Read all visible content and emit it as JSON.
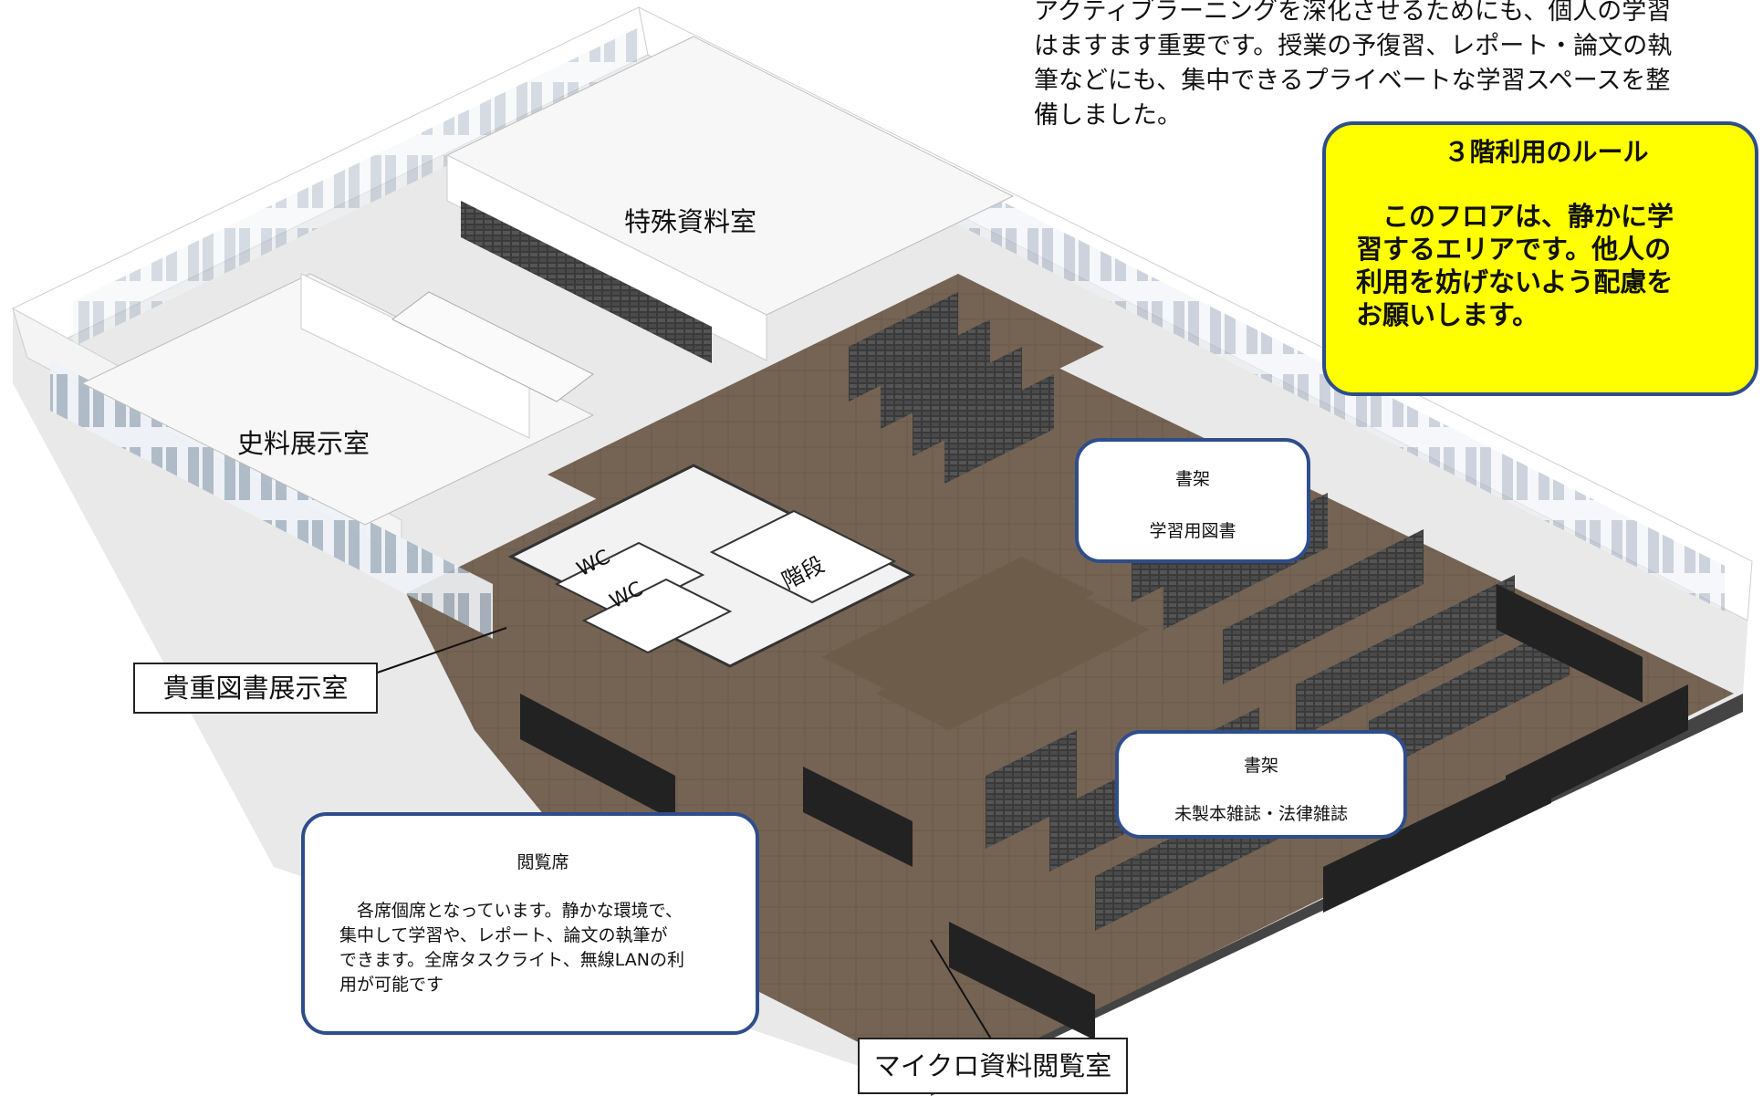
{
  "intro": {
    "lines": [
      "アクティブラーニングを深化させるためにも、個人の学習",
      "はますます重要です。授業の予復習、レポート・論文の執",
      "筆などにも、集中できるプライベートな学習スペースを整",
      "備しました。"
    ]
  },
  "rules": {
    "title": "３階利用のルール",
    "body": [
      "　このフロアは、静かに学",
      "習するエリアです。他人の",
      "利用を妨げないよう配慮を",
      "お願いします。"
    ]
  },
  "rooms": {
    "special": "特殊資料室",
    "history": "史料展示室",
    "wc1": "WC",
    "wc2": "WC",
    "stairs": "階段"
  },
  "callouts": {
    "shelf1": {
      "title": "書架",
      "sub": "学習用図書"
    },
    "shelf2": {
      "title": "書架",
      "sub": "未製本雑誌・法律雑誌"
    },
    "reading": {
      "title": "閲覧席",
      "body": [
        "　各席個席となっています。静かな環境で、",
        "集中して学習や、レポート、論文の執筆が",
        "できます。全席タスクライト、無線LANの利",
        "用が可能です"
      ]
    }
  },
  "labels": {
    "rare_books": "貴重図書展示室",
    "micro": "マイクロ資料閲覧室"
  },
  "colors": {
    "callout_border": "#2e4d8a",
    "rules_bg": "#ffff00",
    "floor": "#7a6a5a",
    "wall": "#f0f0f0"
  }
}
